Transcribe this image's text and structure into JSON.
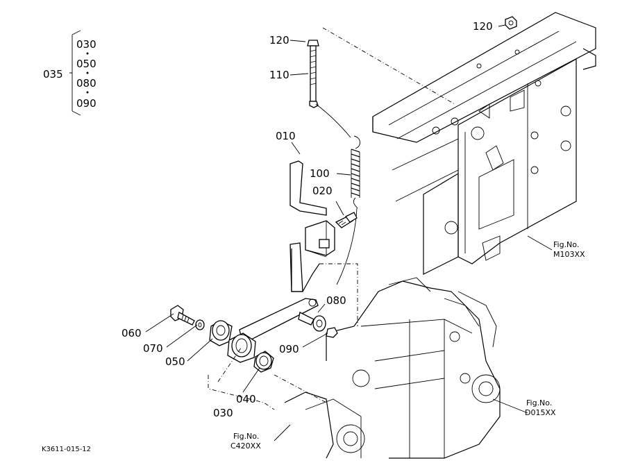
{
  "labels": {
    "p035": "035",
    "p030_top": "030",
    "p050_top": "050",
    "p080_top": "080",
    "p090_top": "090",
    "p120_left": "120",
    "p120_right": "120",
    "p110": "110",
    "p010": "010",
    "p100": "100",
    "p020": "020",
    "p080": "080",
    "p060": "060",
    "p070": "070",
    "p050": "050",
    "p090": "090",
    "p040": "040",
    "p030": "030"
  },
  "refs": {
    "m103_line1": "Fig.No.",
    "m103_line2": "M103XX",
    "d015_line1": "Fig.No.",
    "d015_line2": "D015XX",
    "c420_line1": "Fig.No.",
    "c420_line2": "C420XX"
  },
  "drawing_code": "K3611-015-12"
}
